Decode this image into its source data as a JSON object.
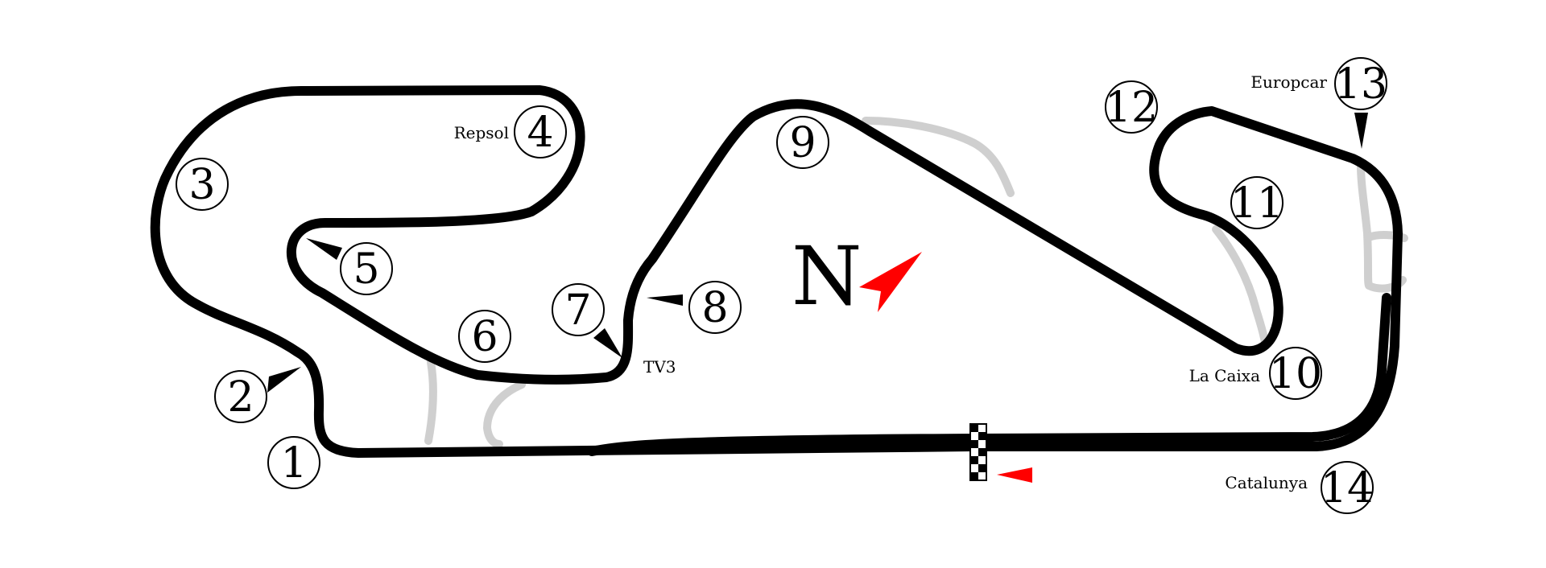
{
  "turns": [
    {
      "number": "1"
    },
    {
      "number": "2"
    },
    {
      "number": "3"
    },
    {
      "number": "4",
      "sponsor": "Repsol"
    },
    {
      "number": "5"
    },
    {
      "number": "6"
    },
    {
      "number": "7"
    },
    {
      "number": "8",
      "sponsor": "TV3"
    },
    {
      "number": "9"
    },
    {
      "number": "10",
      "sponsor": "La Caixa"
    },
    {
      "number": "11"
    },
    {
      "number": "12"
    },
    {
      "number": "13",
      "sponsor": "Europcar"
    },
    {
      "number": "14",
      "sponsor": "Catalunya"
    }
  ],
  "compass": {
    "letter": "N"
  },
  "colors": {
    "track": "#000000",
    "alternate_layout": "#cfcfcf",
    "direction_arrow": "#ff0000",
    "background": "#ffffff"
  },
  "icons": [
    "compass-arrow-icon",
    "start-finish-flag-icon",
    "race-direction-arrow-icon",
    "turn-marker-icon"
  ]
}
